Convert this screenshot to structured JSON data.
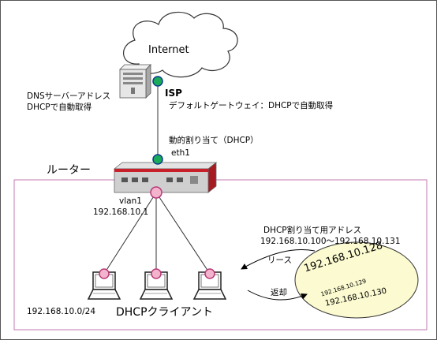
{
  "internet": {
    "label": "Internet"
  },
  "isp": {
    "label": "ISP"
  },
  "dns_server": {
    "line1": "DNSサーバーアドレス",
    "line2": "DHCPで自動取得"
  },
  "default_gateway": {
    "label": "デフォルトゲートウェイ：DHCPで自動取得"
  },
  "wan": {
    "dhcp_label": "動的割り当て（DHCP）",
    "port": "eth1"
  },
  "router": {
    "label": "ルーター"
  },
  "lan": {
    "interface": "vlan1",
    "address": "192.168.10.1",
    "network": "192.168.10.0/24"
  },
  "dhcp_pool": {
    "title": "DHCP割り当て用アドレス",
    "range": "192.168.10.100～192.168.10.131",
    "lease_label": "リース",
    "return_label": "返却",
    "addresses": [
      "192.168.10.128",
      "192.168.10.129",
      "192.168.10.130"
    ]
  },
  "clients": {
    "label": "DHCPクライアント",
    "count": 3
  },
  "colors": {
    "node_wan": "#1aaa5a",
    "node_lan": "#f4b3cc",
    "lan_border": "#c27ab0",
    "pool_fill": "#fbfad0",
    "router_body": "#c8202a"
  }
}
